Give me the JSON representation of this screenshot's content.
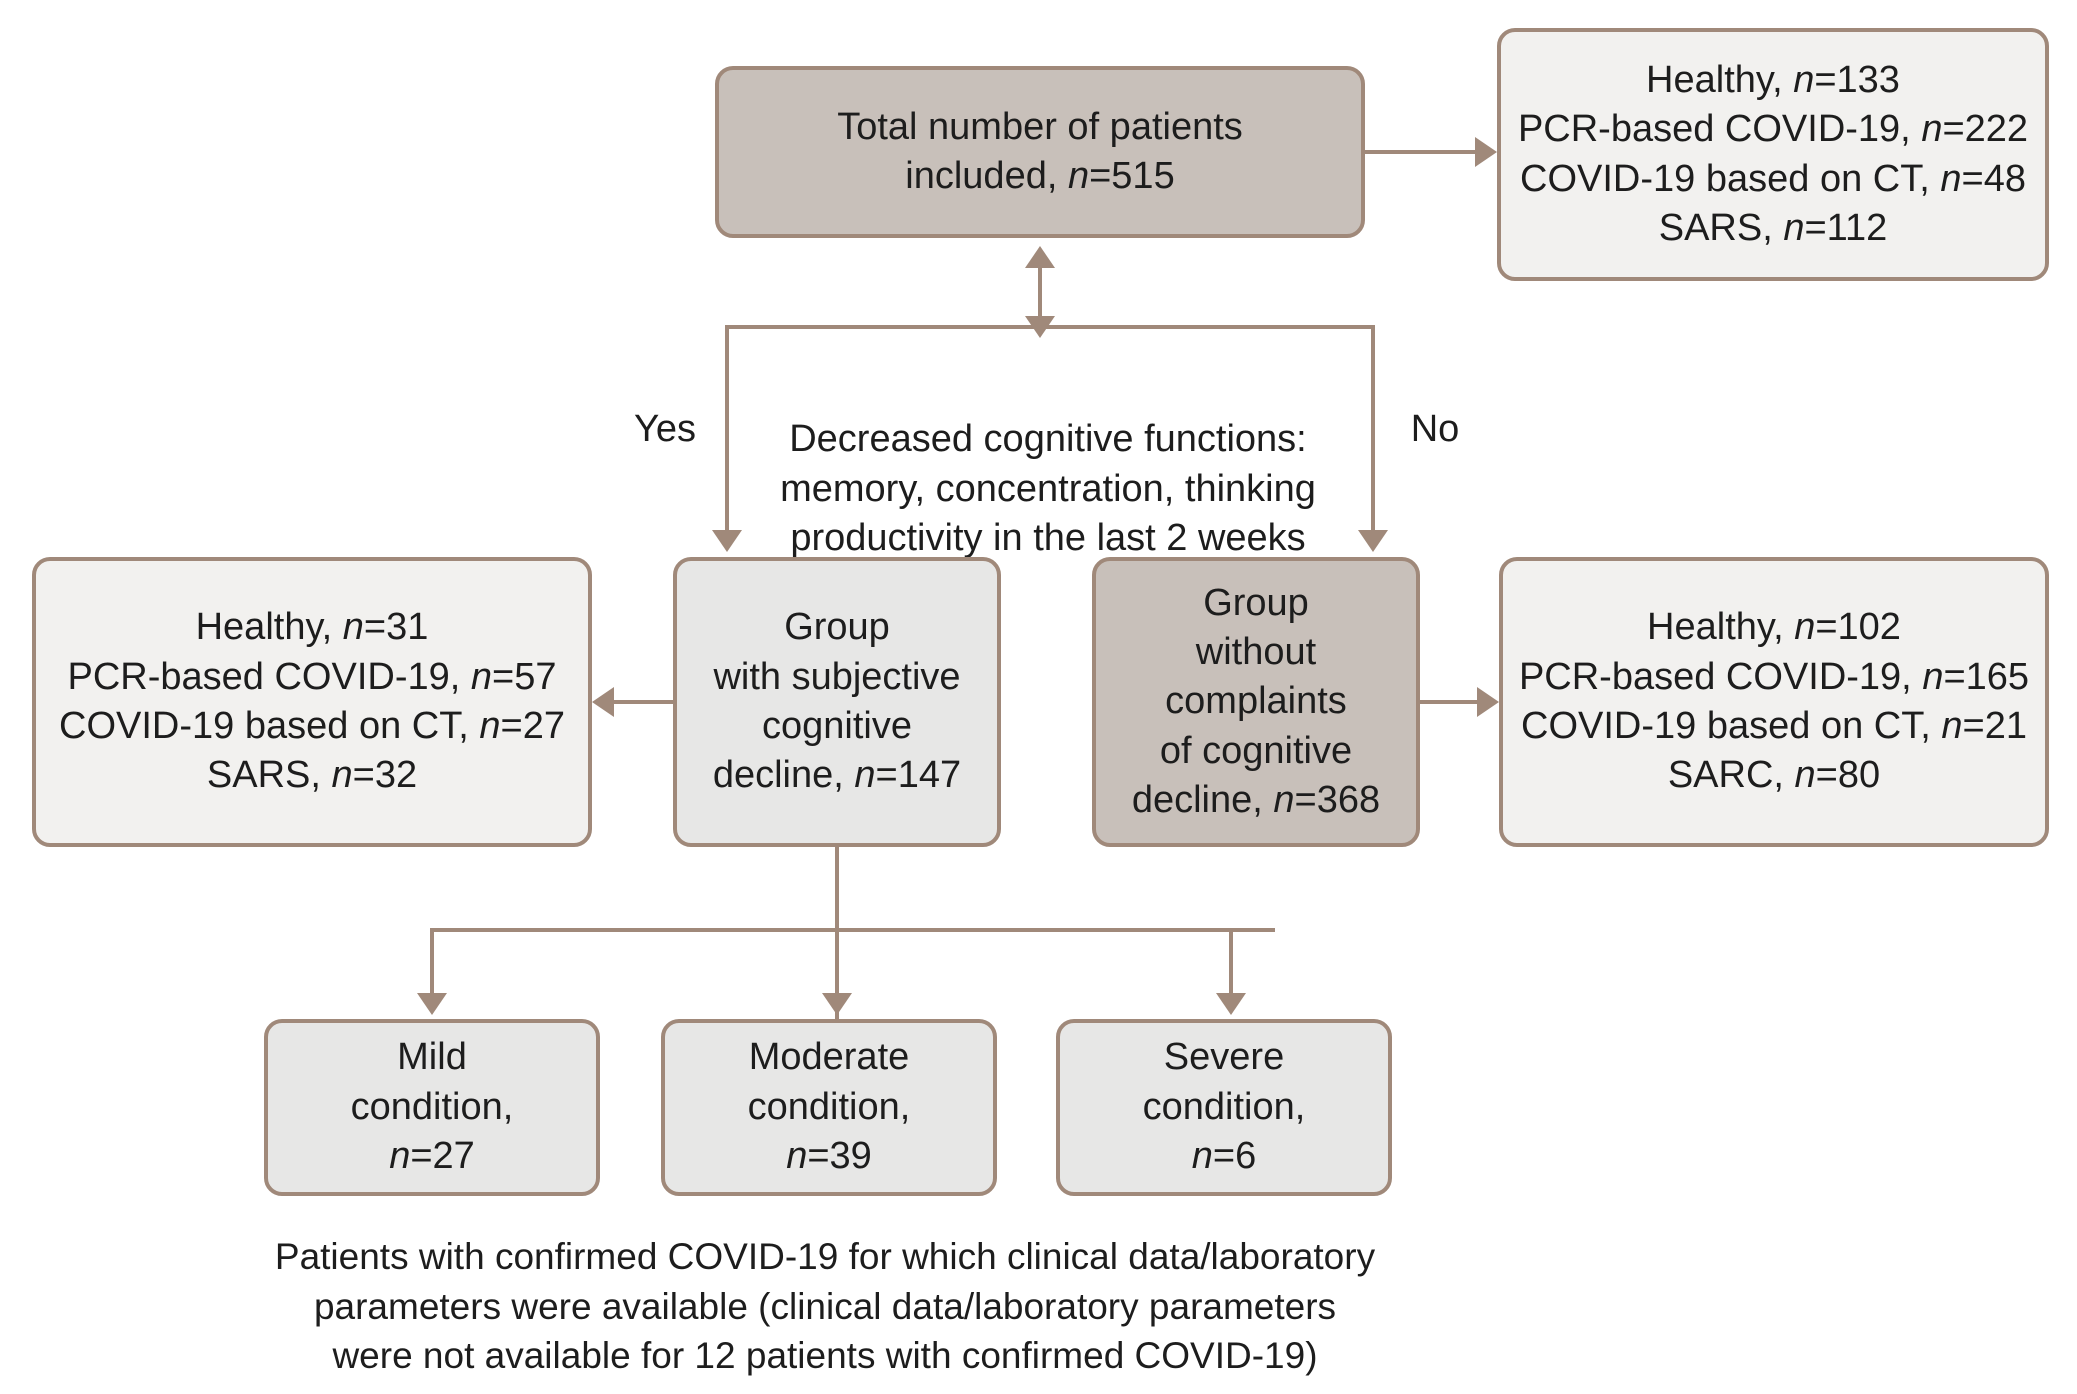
{
  "diagram": {
    "title": "Patient inclusion and cognitive decline flow diagram",
    "colors": {
      "border": "#a0897a",
      "connector": "#a0897a",
      "fill_dark": "#c8c0ba",
      "fill_light": "#f2f1ef",
      "fill_gray": "#e7e7e6",
      "text": "#1d1d1d",
      "background": "#ffffff"
    },
    "nodes": {
      "total_patients": {
        "text": "Total number of patients\nincluded, n=515",
        "n": 515,
        "style": "fill-dark"
      },
      "total_breakdown": {
        "text": "Healthy, n=133\nPCR-based COVID-19, n=222\nCOVID-19 based on CT, n=48\nSARS, n=112",
        "items": [
          {
            "label": "Healthy",
            "n": 133
          },
          {
            "label": "PCR-based COVID-19",
            "n": 222
          },
          {
            "label": "COVID-19 based on CT",
            "n": 48
          },
          {
            "label": "SARS",
            "n": 112
          }
        ],
        "style": "fill-light"
      },
      "decision": {
        "text": "Decreased cognitive functions:\nmemory, concentration, thinking\nproductivity in the last 2 weeks",
        "yes_label": "Yes",
        "no_label": "No"
      },
      "scd_group": {
        "text": "Group\nwith subjective\ncognitive\ndecline, n=147",
        "n": 147,
        "style": "fill-gray"
      },
      "scd_breakdown": {
        "text": "Healthy, n=31\nPCR-based COVID-19, n=57\nCOVID-19 based on CT, n=27\nSARS, n=32",
        "items": [
          {
            "label": "Healthy",
            "n": 31
          },
          {
            "label": "PCR-based COVID-19",
            "n": 57
          },
          {
            "label": "COVID-19 based on CT",
            "n": 27
          },
          {
            "label": "SARS",
            "n": 32
          }
        ],
        "style": "fill-light"
      },
      "no_complaints_group": {
        "text": "Group\nwithout\ncomplaints\nof cognitive\ndecline, n=368",
        "n": 368,
        "style": "fill-dark"
      },
      "no_complaints_breakdown": {
        "text": "Healthy, n=102\nPCR-based COVID-19, n=165\nCOVID-19 based on CT, n=21\nSARC, n=80",
        "items": [
          {
            "label": "Healthy",
            "n": 102
          },
          {
            "label": "PCR-based COVID-19",
            "n": 165
          },
          {
            "label": "COVID-19 based on CT",
            "n": 21
          },
          {
            "label": "SARC",
            "n": 80
          }
        ],
        "style": "fill-light"
      },
      "mild": {
        "text": "Mild\ncondition,\nn=27",
        "n": 27,
        "style": "fill-gray"
      },
      "moderate": {
        "text": "Moderate\ncondition,\nn=39",
        "n": 39,
        "style": "fill-gray"
      },
      "severe": {
        "text": "Severe\ncondition,\nn=6",
        "n": 6,
        "style": "fill-gray"
      }
    },
    "footnote": "Patients with confirmed COVID-19 for which clinical data/laboratory\nparameters were available (clinical data/laboratory parameters\nwere not available for 12 patients with confirmed COVID-19)"
  },
  "chart_data": {
    "type": "diagram",
    "title": "Patient inclusion and cognitive decline flow diagram",
    "total": 515,
    "nodes": [
      {
        "id": "total_patients",
        "label": "Total number of patients included",
        "n": 515
      },
      {
        "id": "total_breakdown",
        "label": "Healthy / PCR-based COVID-19 / COVID-19 based on CT / SARS",
        "values": [
          133,
          222,
          48,
          112
        ]
      },
      {
        "id": "scd_group",
        "label": "Group with subjective cognitive decline",
        "n": 147
      },
      {
        "id": "scd_breakdown",
        "label": "Healthy / PCR-based COVID-19 / COVID-19 based on CT / SARS",
        "values": [
          31,
          57,
          27,
          32
        ]
      },
      {
        "id": "no_complaints_group",
        "label": "Group without complaints of cognitive decline",
        "n": 368
      },
      {
        "id": "no_complaints_breakdown",
        "label": "Healthy / PCR-based COVID-19 / COVID-19 based on CT / SARC",
        "values": [
          102,
          165,
          21,
          80
        ]
      },
      {
        "id": "mild",
        "label": "Mild condition",
        "n": 27
      },
      {
        "id": "moderate",
        "label": "Moderate condition",
        "n": 39
      },
      {
        "id": "severe",
        "label": "Severe condition",
        "n": 6
      }
    ],
    "edges": [
      {
        "from": "total_patients",
        "to": "total_breakdown",
        "label": ""
      },
      {
        "from": "total_patients",
        "to": "decision",
        "label": ""
      },
      {
        "from": "decision",
        "to": "scd_group",
        "label": "Yes"
      },
      {
        "from": "decision",
        "to": "no_complaints_group",
        "label": "No"
      },
      {
        "from": "scd_group",
        "to": "scd_breakdown",
        "label": ""
      },
      {
        "from": "no_complaints_group",
        "to": "no_complaints_breakdown",
        "label": ""
      },
      {
        "from": "scd_group",
        "to": "mild",
        "label": ""
      },
      {
        "from": "scd_group",
        "to": "moderate",
        "label": ""
      },
      {
        "from": "scd_group",
        "to": "severe",
        "label": ""
      }
    ]
  }
}
